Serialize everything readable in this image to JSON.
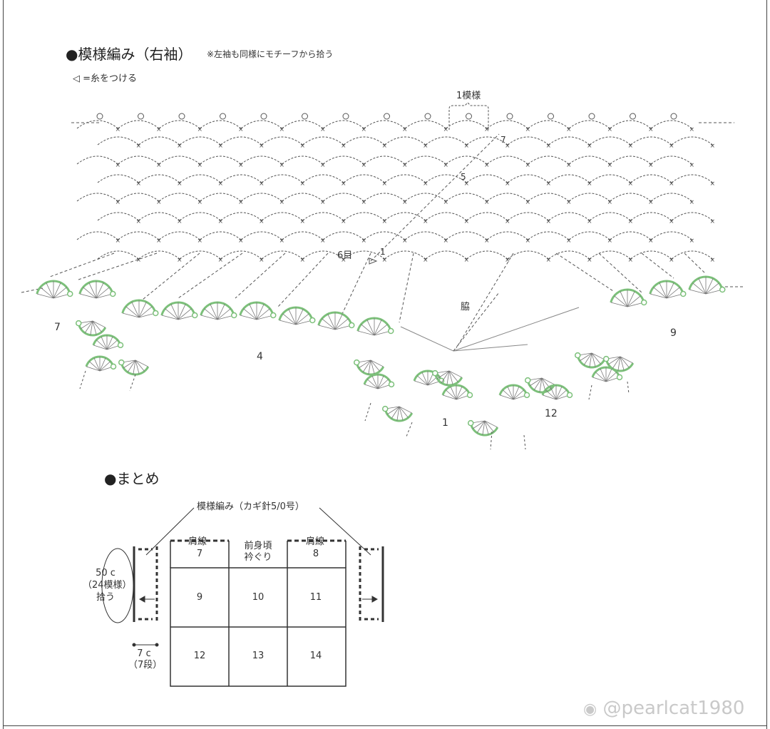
{
  "section1": {
    "title": "●模様編み（右袖）",
    "note": "※左袖も同様にモチーフから拾う",
    "legend": "◁ =糸をつける",
    "repeat_label": "1模様",
    "row_labels": [
      "7",
      "5",
      "1"
    ],
    "stitch_label": "6目",
    "side_label": "脇",
    "motif_numbers": [
      "7",
      "4",
      "1",
      "12",
      "9"
    ]
  },
  "section2": {
    "title": "●まとめ",
    "pattern_label": "模様編み（カギ針5/0号）",
    "pickup": [
      "50 c",
      "（24模様）",
      "拾う"
    ],
    "width": [
      "7 c",
      "（7段）"
    ],
    "shoulder_left": "肩線",
    "shoulder_right": "肩線",
    "neck": [
      "前身頃",
      "衿ぐり"
    ],
    "cells": [
      "7",
      "8",
      "9",
      "10",
      "11",
      "12",
      "13",
      "14"
    ]
  },
  "watermark": "@pearlcat1980",
  "colors": {
    "line": "#444444",
    "motif_green": "#7cc07a"
  }
}
